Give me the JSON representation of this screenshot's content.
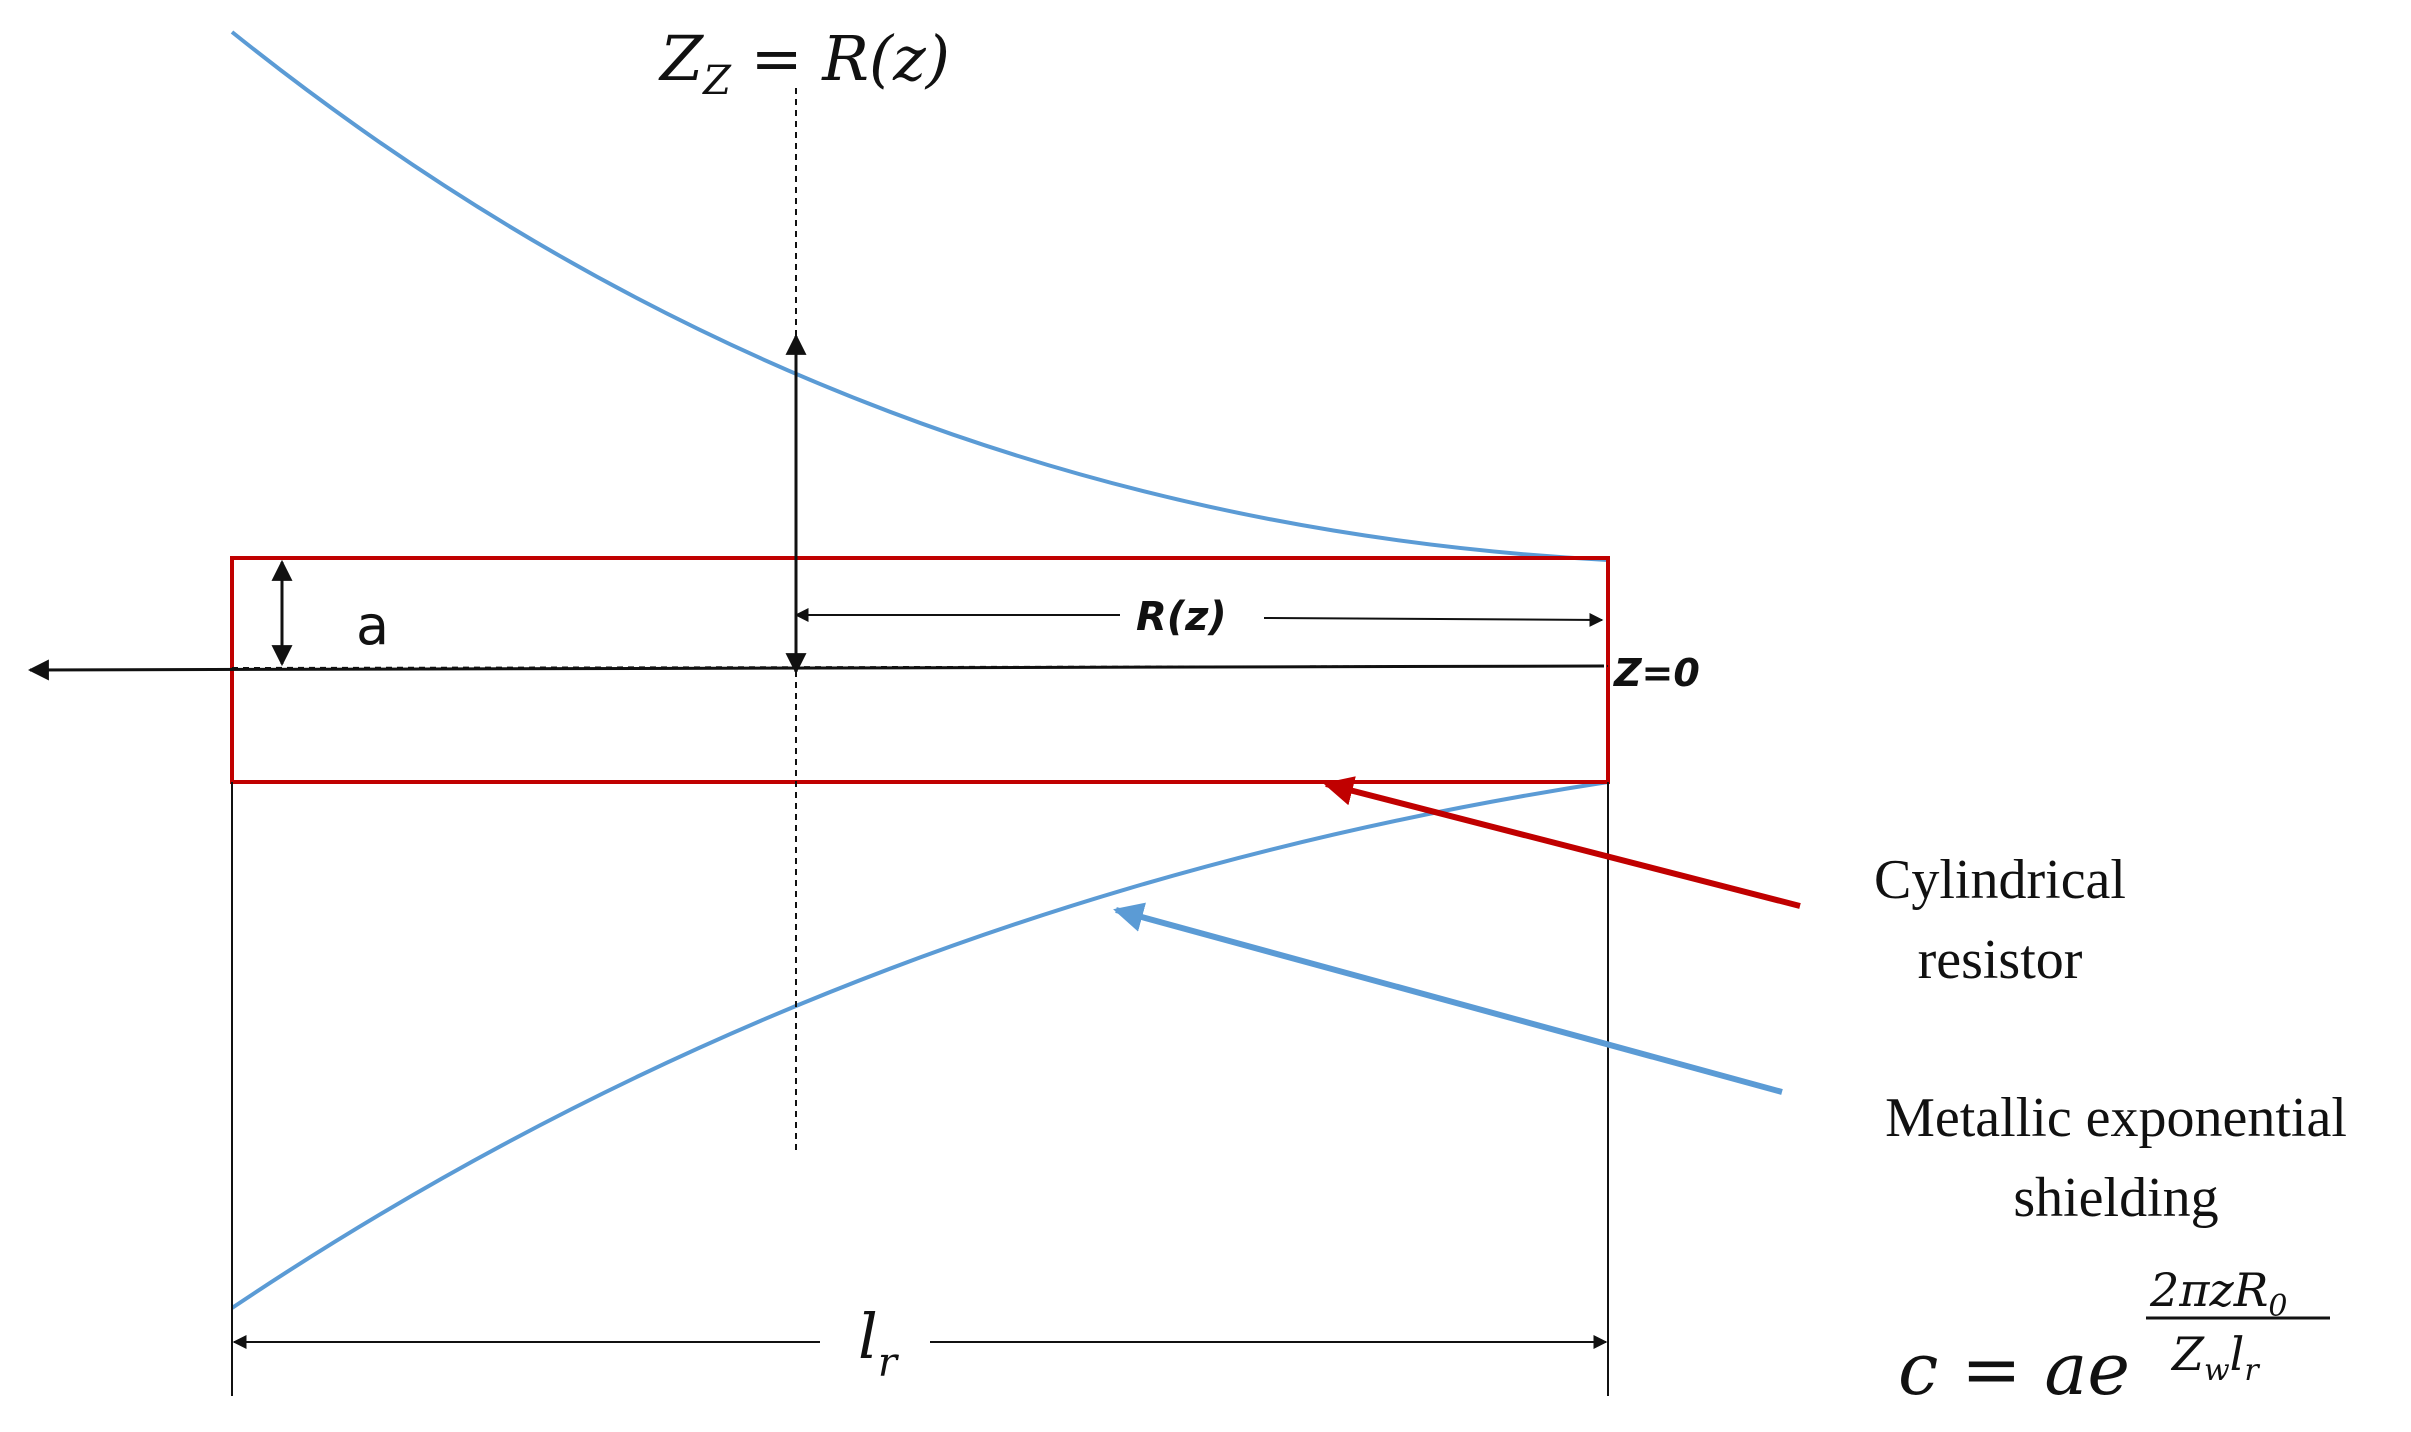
{
  "diagram": {
    "top_formula": "Z_Z = R(z)",
    "top_formula_parts": {
      "lhs_main": "Z",
      "lhs_sub": "Z",
      "eq": " = ",
      "rhs": "R(z)"
    },
    "radius_label": "a",
    "rz_label": "R(z)",
    "origin_label": "Z=0",
    "length_label": {
      "main": "l",
      "sub": "r"
    },
    "resistor_label": [
      "Cylindrical",
      "resistor"
    ],
    "shielding_label": [
      "Metallic exponential",
      "shielding"
    ],
    "formula": {
      "base": "c = ae",
      "exp_numerator": "2πzR₀",
      "exp_denominator": "Z_w l_r",
      "exp_num_parts": {
        "text": "2πzR",
        "sub": "0"
      },
      "exp_den_parts": {
        "z": "Z",
        "w": "w",
        "l": "l",
        "r": "r"
      }
    },
    "colors": {
      "shield": "#5b9bd5",
      "resistor": "#c00000",
      "axis": "#111111"
    }
  }
}
